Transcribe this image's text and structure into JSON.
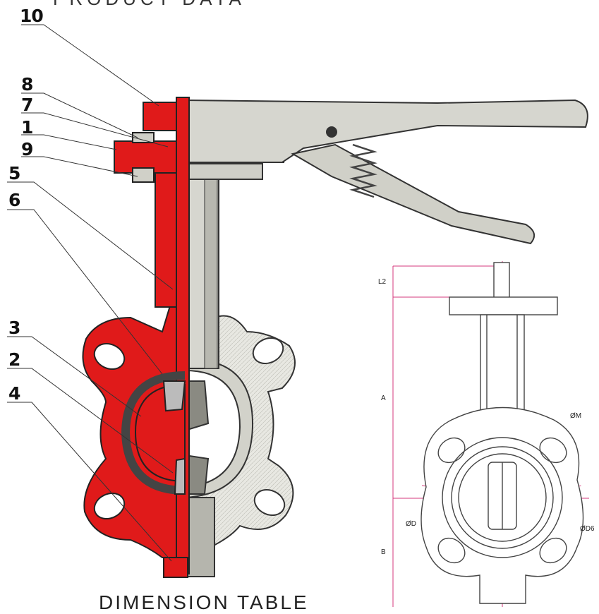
{
  "header_title": "PRODUCT DATA",
  "footer_title": "DIMENSION TABLE",
  "callouts": [
    "10",
    "8",
    "7",
    "1",
    "9",
    "5",
    "6",
    "3",
    "2",
    "4"
  ],
  "dimension_labels": {
    "l2": "L2",
    "a": "A",
    "b": "B",
    "om": "ØM",
    "od": "ØD",
    "od6": "ØD6"
  },
  "colors": {
    "section_red": "#e01a1a",
    "metal_grey": "#d6d6cf",
    "dimension_pink": "#d63a7c"
  }
}
